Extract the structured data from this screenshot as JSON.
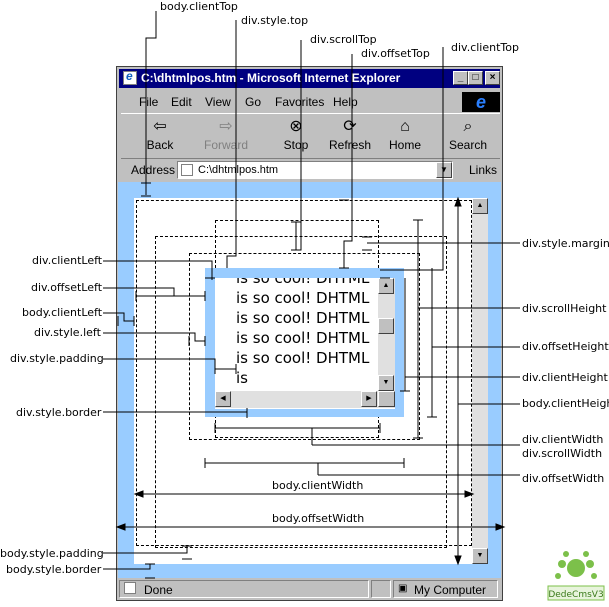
{
  "window": {
    "title": "C:\\dhtmlpos.htm - Microsoft Internet Explorer",
    "controls": [
      "_",
      "□",
      "×"
    ],
    "menu": [
      "File",
      "Edit",
      "View",
      "Go",
      "Favorites",
      "Help"
    ],
    "toolbar": [
      {
        "label": "Back",
        "icon": "back-arrow-icon",
        "enabled": true
      },
      {
        "label": "Forward",
        "icon": "forward-arrow-icon",
        "enabled": false
      },
      {
        "label": "Stop",
        "icon": "stop-icon",
        "enabled": true
      },
      {
        "label": "Refresh",
        "icon": "refresh-icon",
        "enabled": true
      },
      {
        "label": "Home",
        "icon": "home-icon",
        "enabled": true
      },
      {
        "label": "Search",
        "icon": "search-icon",
        "enabled": true
      }
    ],
    "address_label": "Address",
    "address_value": "C:\\dhtmlpos.htm",
    "links_label": "Links",
    "status_text": "Done",
    "status_zone": "My Computer"
  },
  "div_content": "is so cool! DHTML is so cool! DHTML is so cool! DHTML is so cool! DHTML is so cool! DHTML is",
  "labels": {
    "body_clientTop": "body.clientTop",
    "div_style_top": "div.style.top",
    "div_scrollTop": "div.scrollTop",
    "div_offsetTop": "div.offsetTop",
    "div_clientTop": "div.clientTop",
    "div_style_margin": "div.style.margin",
    "div_clientLeft": "div.clientLeft",
    "div_offsetLeft": "div.offsetLeft",
    "body_clientLeft": "body.clientLeft",
    "div_style_left": "div.style.left",
    "div_style_padding": "div.style.padding",
    "div_style_border": "div.style.border",
    "div_scrollHeight": "div.scrollHeight",
    "div_offsetHeight": "div.offsetHeight",
    "div_clientHeight": "div.clientHeight",
    "body_clientHeight": "body.clientHeight",
    "div_clientWidth": "div.clientWidth",
    "div_scrollWidth": "div.scrollWidth",
    "div_offsetWidth": "div.offsetWidth",
    "body_clientWidth": "body.clientWidth",
    "body_offsetWidth": "body.offsetWidth",
    "body_style_padding": "body.style.padding",
    "body_style_border": "body.style.border"
  },
  "watermark": "DedeCmsV3",
  "colors": {
    "titlebar": "#000080",
    "border": "#99ccff",
    "chrome": "#c0c0c0"
  }
}
